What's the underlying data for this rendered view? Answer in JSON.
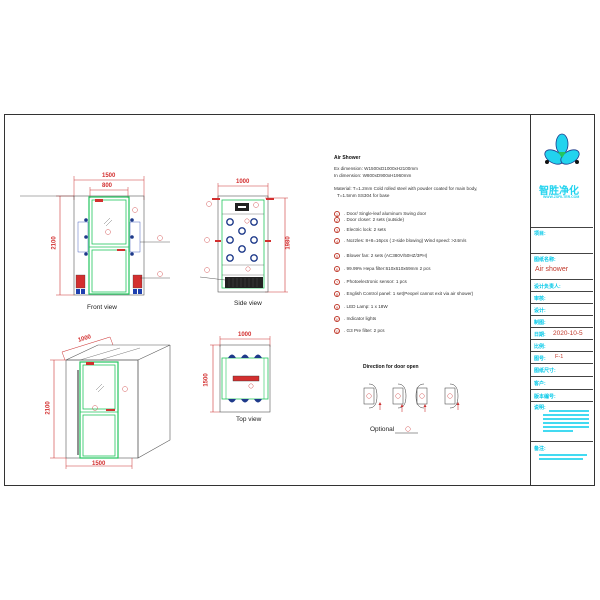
{
  "drawing": {
    "views": {
      "front": {
        "label": "Front view",
        "width_outer": "1500",
        "width_door": "800",
        "height": "2100",
        "callouts": [
          "①",
          "⑤",
          "⑥",
          "⑪"
        ]
      },
      "side": {
        "label": "Side view",
        "width": "1000",
        "height": "1980",
        "callouts": [
          "②",
          "③",
          "④",
          "⑦",
          "⑧",
          "⑨"
        ]
      },
      "iso": {
        "depth": "1000",
        "height": "2100",
        "width": "1500",
        "callouts": [
          "①",
          "⑪"
        ]
      },
      "top": {
        "label": "Top view",
        "width": "1000",
        "height": "1500",
        "callouts": [
          "⑫"
        ]
      }
    },
    "door_direction": {
      "title": "Direction for door open",
      "options": [
        "①",
        "②",
        "③",
        "④"
      ],
      "optional_label": "Optional",
      "optional_value": "④"
    }
  },
  "spec": {
    "title": "Air Shower",
    "ex_dimension": "Ex dimension: W1500xD1000xH2100mm",
    "in_dimension": "In dimension: W800xD900xH1960mm",
    "material_line1": "Material: T=1.2mm Cold rolled steel with powder coated for main body,",
    "material_line2": "T=1.5mm SS304 for base",
    "items": [
      {
        "num": "1",
        "text": ". Door/ Single-leaf aluminum Swing door"
      },
      {
        "num": "2",
        "text": ". Door closer: 2 sets (outside)"
      },
      {
        "num": "3",
        "text": ". Electric lock: 2 sets"
      },
      {
        "num": "4",
        "text": ". Nozzles: 8+8=16pcs ( 2-side blowing) Wind speed: >24m/s"
      },
      {
        "num": "5",
        "text": ". Blower fan: 2 sets   (AC380V/50HZ/3PH)"
      },
      {
        "num": "6",
        "text": ". 99.99% Hepa filter:610x610x69mm 2 pcs"
      },
      {
        "num": "7",
        "text": ". Photoelectronic sensor: 1 pcs"
      },
      {
        "num": "8",
        "text": ". English Control  panel: 1 set(Peopel cannot exit via air shower)"
      },
      {
        "num": "9",
        "text": ". LED Lamp: 1 x 18W"
      },
      {
        "num": "10",
        "text": ". Indicator lights"
      },
      {
        "num": "11",
        "text": ". G3 Pre filter: 2 pcs"
      }
    ]
  },
  "title_block": {
    "company_cn": "智胜净化",
    "company_sub": "WWW.ZSFILTER.COM",
    "rows": [
      {
        "label": "项目:",
        "value": ""
      },
      {
        "label": "图纸名称:",
        "value": "Air shower"
      },
      {
        "label": "设计负责人:",
        "value": ""
      },
      {
        "label": "审核:",
        "value": ""
      },
      {
        "label": "设计:",
        "value": ""
      },
      {
        "label": "制图:",
        "value": ""
      },
      {
        "label": "日期:",
        "value": "2020-10-5"
      },
      {
        "label": "比例:",
        "value": ""
      },
      {
        "label": "图号:",
        "value": "F-1"
      },
      {
        "label": "图纸尺寸:",
        "value": ""
      },
      {
        "label": "客户:",
        "value": ""
      },
      {
        "label": "版本编号:",
        "value": ""
      },
      {
        "label": "说明:",
        "value": ""
      },
      {
        "label": "备注:",
        "value": ""
      }
    ]
  },
  "colors": {
    "frame": "#333333",
    "dimension": "#d32f2f",
    "door": "#22c55e",
    "nozzle": "#1e3a8a",
    "titleblock_text": "#00c8e8",
    "value_text": "#c0392b"
  }
}
